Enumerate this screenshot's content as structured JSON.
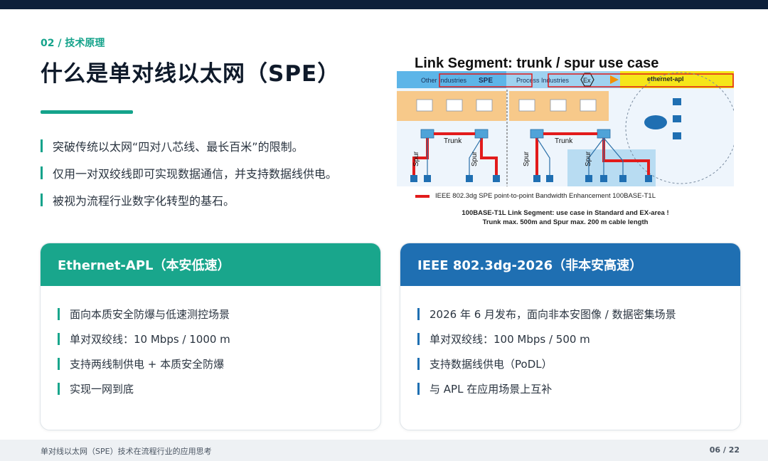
{
  "section": "02 / 技术原理",
  "title": "什么是单对线以太网（SPE）",
  "bullets": [
    "突破传统以太网“四对八芯线、最长百米”的限制。",
    "仅用一对双绞线即可实现数据通信，并支持数据线供电。",
    "被视为流程行业数字化转型的基石。"
  ],
  "diagram": {
    "title": "Link Segment: trunk / spur use case",
    "label_other": "Other Industries",
    "label_spe": "SPE",
    "label_process": "Process Industries",
    "label_ex": "Ex",
    "label_apl": "ethernet-apl",
    "trunk": "Trunk",
    "spur": "Spur",
    "legend": "IEEE 802.3dg SPE point-to-point Bandwidth Enhancement 100BASE-T1L",
    "note1": "100BASE-T1L Link Segment: use case in Standard and EX-area !",
    "note2": "Trunk max. 500m and Spur max. 200 m cable length",
    "colors": {
      "red": "#e21b1b",
      "yellow": "#f5e61a",
      "orange": "#f7c98a",
      "blue": "#4fa3d8"
    }
  },
  "card_left": {
    "title": "Ethernet-APL（本安低速）",
    "items": [
      "面向本质安全防爆与低速测控场景",
      "单对双绞线：10 Mbps / 1000 m",
      "支持两线制供电 + 本质安全防爆",
      "实现一网到底"
    ],
    "color": "#19a68c"
  },
  "card_right": {
    "title": "IEEE 802.3dg-2026（非本安高速）",
    "items": [
      "2026 年 6 月发布，面向非本安图像 / 数据密集场景",
      "单对双绞线：100 Mbps / 500 m",
      "支持数据线供电（PoDL）",
      "与 APL 在应用场景上互补"
    ],
    "color": "#1f6fb2"
  },
  "footer": {
    "text": "单对线以太网（SPE）技术在流程行业的应用思考",
    "page": "06 / 22"
  }
}
